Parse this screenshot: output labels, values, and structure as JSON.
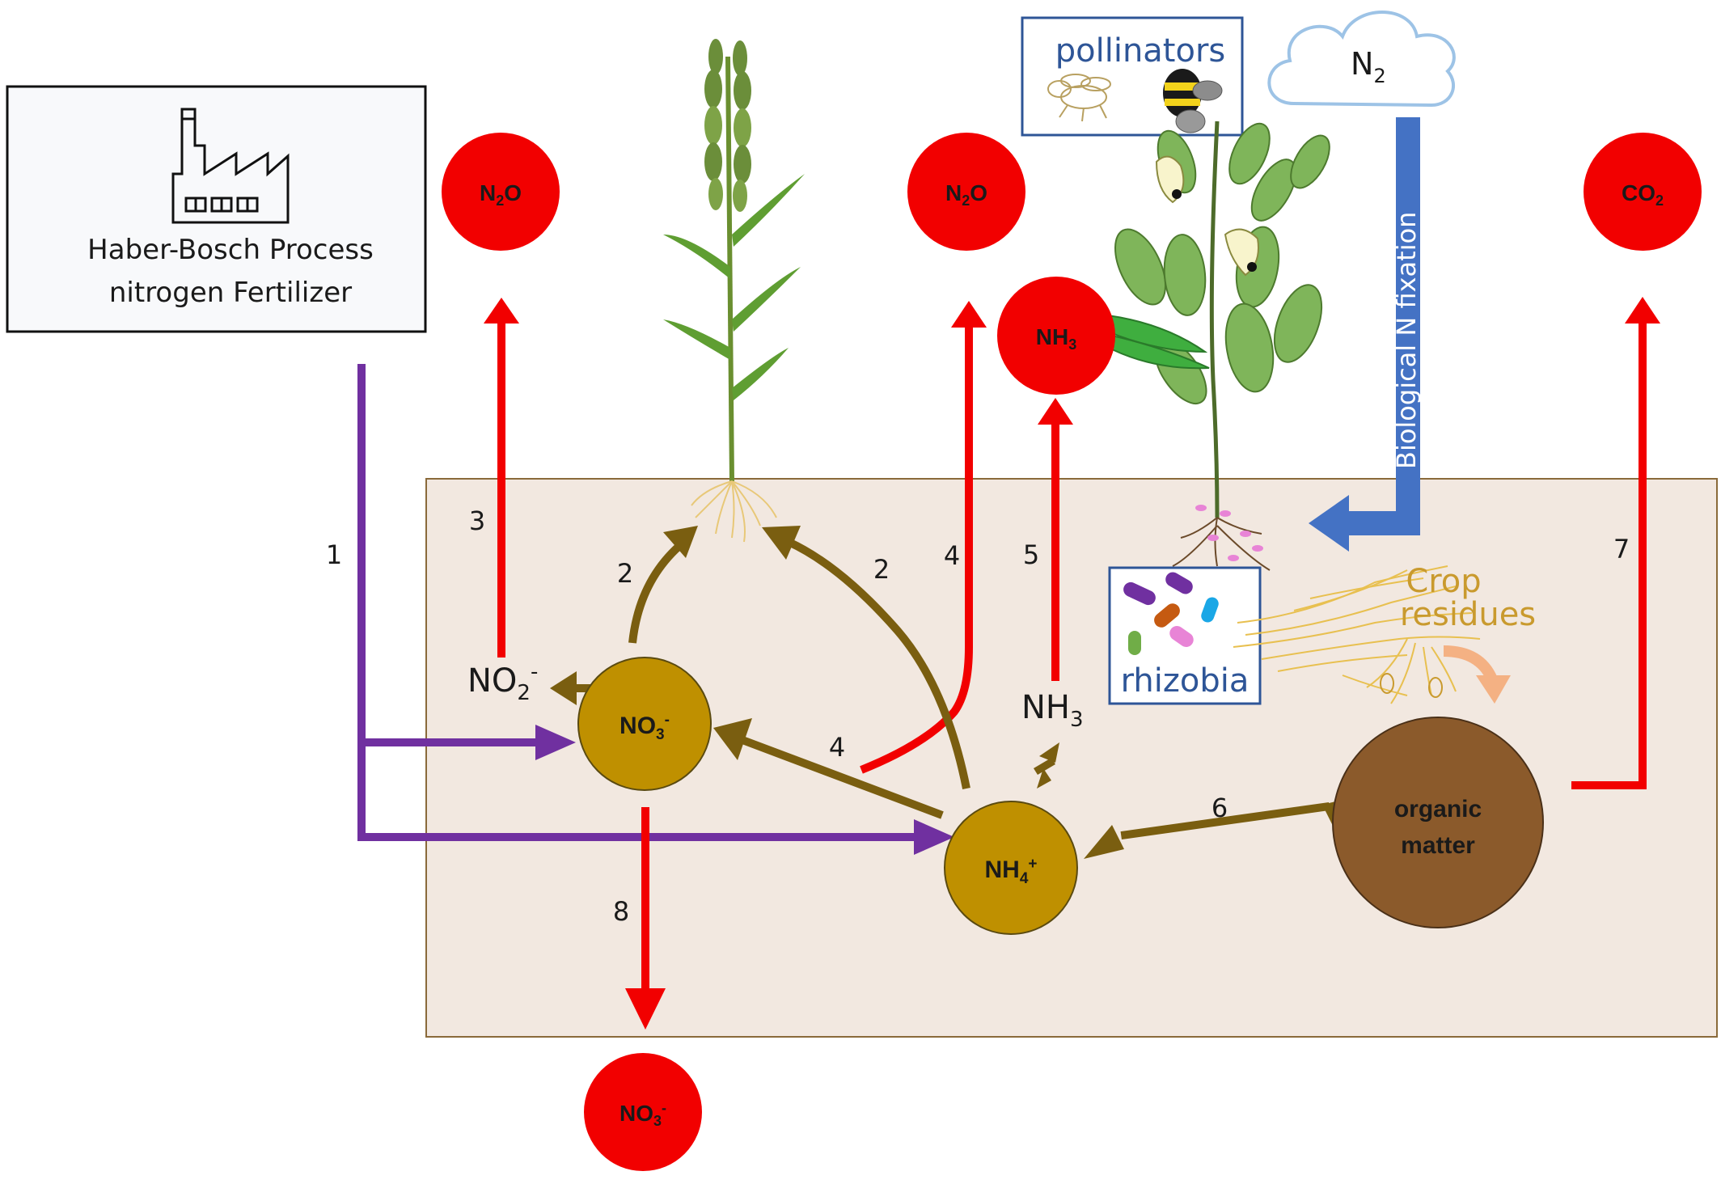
{
  "colors": {
    "red": "#f20000",
    "brown": "#7a5e10",
    "purple": "#7030a0",
    "blue": "#4472c4",
    "soil": "#f2e8e0",
    "soil_border": "#8a6a3a",
    "gold_circle": "#bf9000",
    "organic_circle": "#8b5a2b",
    "residue_text": "#c99a2e",
    "box_text_blue": "#2e5597"
  },
  "factory": {
    "icon": "factory-icon",
    "line1": "Haber-Bosch  Process",
    "line2": "nitrogen Fertilizer"
  },
  "pollinators": {
    "label": "pollinators",
    "icons": [
      "bee-outline-icon",
      "bumblebee-icon"
    ]
  },
  "cloud": {
    "icon": "cloud-icon",
    "label": "N",
    "sub": "2"
  },
  "fixation_label": "Biological N fixation",
  "rhizobia": {
    "label": "rhizobia",
    "icon": "bacteria-icon"
  },
  "crop_residues": {
    "line1": "Crop",
    "line2": "residues"
  },
  "emissions": {
    "n2o_left": {
      "main": "N",
      "sub": "2",
      "tail": "O"
    },
    "n2o_mid": {
      "main": "N",
      "sub": "2",
      "tail": "O"
    },
    "nh3": {
      "main": "NH",
      "sub": "3"
    },
    "co2": {
      "main": "CO",
      "sub": "2"
    },
    "no3_leach": {
      "main": "NO",
      "sub": "3",
      "sup": "-"
    }
  },
  "soil_pools": {
    "no3": {
      "main": "NO",
      "sub": "3",
      "sup": "-"
    },
    "nh4": {
      "main": "NH",
      "sub": "4",
      "sup": "+"
    },
    "organic_line1": "organic",
    "organic_line2": "matter"
  },
  "soil_species": {
    "no2": {
      "main": "NO",
      "sub": "2",
      "sup": "-"
    },
    "nh3": {
      "main": "NH",
      "sub": "3"
    }
  },
  "process_numbers": {
    "n1": "1",
    "n2a": "2",
    "n2b": "2",
    "n3": "3",
    "n4a": "4",
    "n4b": "4",
    "n5": "5",
    "n6": "6",
    "n7": "7",
    "n8": "8"
  }
}
